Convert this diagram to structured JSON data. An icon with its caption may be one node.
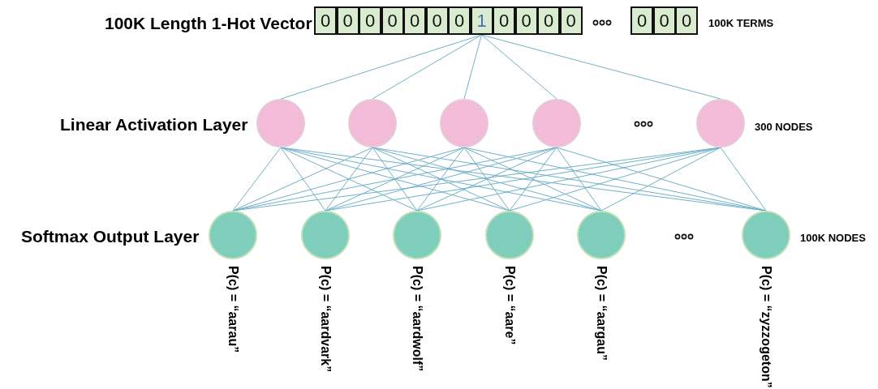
{
  "diagram": {
    "nodes": [
      {
        "text": [
          "0"
        ]
      },
      {
        "text": [
          "0"
        ]
      },
      {
        "text": [
          "0"
        ]
      },
      {
        "text": [
          "0"
        ]
      },
      {
        "text": [
          "0"
        ]
      },
      {
        "text": [
          "0"
        ]
      },
      {
        "text": [
          "0"
        ]
      },
      {
        "text": [
          "1"
        ]
      },
      {
        "text": [
          "0"
        ]
      },
      {
        "text": [
          "0"
        ]
      },
      {
        "text": [
          "0"
        ]
      },
      {
        "text": [
          "0"
        ]
      },
      {
        "text": [
          "0"
        ]
      },
      {
        "text": [
          "0"
        ]
      },
      {
        "text": [
          "0"
        ]
      },
      {
        "text": [],
        "shape": "circle"
      },
      {
        "text": [],
        "shape": "circle"
      },
      {
        "text": [],
        "shape": "circle"
      },
      {
        "text": [],
        "shape": "circle"
      },
      {
        "text": [],
        "shape": "circle"
      },
      {
        "text": [],
        "shape": "circle",
        "beside": [
          "P(c) = “aarau”"
        ]
      },
      {
        "text": [],
        "shape": "circle",
        "beside": [
          "P(c) = “aardvark”"
        ]
      },
      {
        "text": [],
        "shape": "circle",
        "beside": [
          "P(c) = “aardwolf”"
        ]
      },
      {
        "text": [],
        "shape": "circle",
        "beside": [
          "P(c) = “aare”"
        ]
      },
      {
        "text": [],
        "shape": "circle",
        "beside": [
          "P(c) = “aargau”"
        ]
      },
      {
        "text": [],
        "shape": "circle",
        "beside": [
          "P(c) = “zyzzogeton”"
        ]
      }
    ],
    "edges": [
      {
        "from": 7,
        "to": 15,
        "arrow": "none"
      },
      {
        "from": 7,
        "to": 16,
        "arrow": "none"
      },
      {
        "from": 7,
        "to": 17,
        "arrow": "none"
      },
      {
        "from": 7,
        "to": 18,
        "arrow": "none"
      },
      {
        "from": 7,
        "to": 19,
        "arrow": "none"
      },
      {
        "from": 15,
        "to": 20,
        "arrow": "none"
      },
      {
        "from": 15,
        "to": 21,
        "arrow": "none"
      },
      {
        "from": 15,
        "to": 22,
        "arrow": "none"
      },
      {
        "from": 15,
        "to": 23,
        "arrow": "none"
      },
      {
        "from": 15,
        "to": 24,
        "arrow": "none"
      },
      {
        "from": 15,
        "to": 25,
        "arrow": "none"
      },
      {
        "from": 16,
        "to": 20,
        "arrow": "none"
      },
      {
        "from": 16,
        "to": 21,
        "arrow": "none"
      },
      {
        "from": 16,
        "to": 22,
        "arrow": "none"
      },
      {
        "from": 16,
        "to": 23,
        "arrow": "none"
      },
      {
        "from": 16,
        "to": 24,
        "arrow": "none"
      },
      {
        "from": 16,
        "to": 25,
        "arrow": "none"
      },
      {
        "from": 17,
        "to": 20,
        "arrow": "none"
      },
      {
        "from": 17,
        "to": 21,
        "arrow": "none"
      },
      {
        "from": 17,
        "to": 22,
        "arrow": "none"
      },
      {
        "from": 17,
        "to": 23,
        "arrow": "none"
      },
      {
        "from": 17,
        "to": 24,
        "arrow": "none"
      },
      {
        "from": 17,
        "to": 25,
        "arrow": "none"
      },
      {
        "from": 18,
        "to": 20,
        "arrow": "none"
      },
      {
        "from": 18,
        "to": 21,
        "arrow": "none"
      },
      {
        "from": 18,
        "to": 22,
        "arrow": "none"
      },
      {
        "from": 18,
        "to": 23,
        "arrow": "none"
      },
      {
        "from": 18,
        "to": 24,
        "arrow": "none"
      },
      {
        "from": 18,
        "to": 25,
        "arrow": "none"
      },
      {
        "from": 19,
        "to": 20,
        "arrow": "none"
      },
      {
        "from": 19,
        "to": 21,
        "arrow": "none"
      },
      {
        "from": 19,
        "to": 22,
        "arrow": "none"
      },
      {
        "from": 19,
        "to": 23,
        "arrow": "none"
      },
      {
        "from": 19,
        "to": 24,
        "arrow": "none"
      },
      {
        "from": 19,
        "to": 25,
        "arrow": "none"
      }
    ],
    "labels": [
      "100K Length 1-Hot Vector",
      "100K TERMS",
      "Linear Activation Layer",
      "300 NODES",
      "Softmax Output Layer",
      "100K NODES"
    ]
  }
}
